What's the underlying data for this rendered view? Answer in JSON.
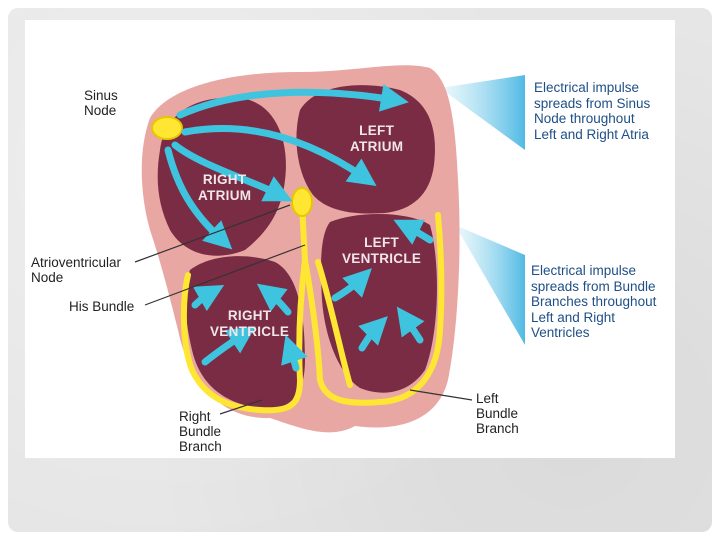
{
  "labels": {
    "sinus_node": "Sinus\nNode",
    "av_node": "Atrioventricular\nNode",
    "his_bundle": "His Bundle",
    "right_bundle": "Right\nBundle\nBranch",
    "left_bundle": "Left\nBundle\nBranch"
  },
  "chambers": {
    "left_atrium": "LEFT\nATRIUM",
    "right_atrium": "RIGHT\nATRIUM",
    "left_ventricle": "LEFT\nVENTRICLE",
    "right_ventricle": "RIGHT\nVENTRICLE"
  },
  "notes": {
    "atria": "Electrical impulse\nspreads from Sinus\nNode throughout\nLeft and Right Atria",
    "ventricles": "Electrical impulse\nspreads from Bundle\nBranches throughout\nLeft and Right\nVentricles"
  },
  "colors": {
    "muscle": "#e9a7a3",
    "chamber": "#7a2c45",
    "conduction": "#ffe633",
    "impulse": "#3fc4df",
    "note_text": "#1e4f86"
  }
}
